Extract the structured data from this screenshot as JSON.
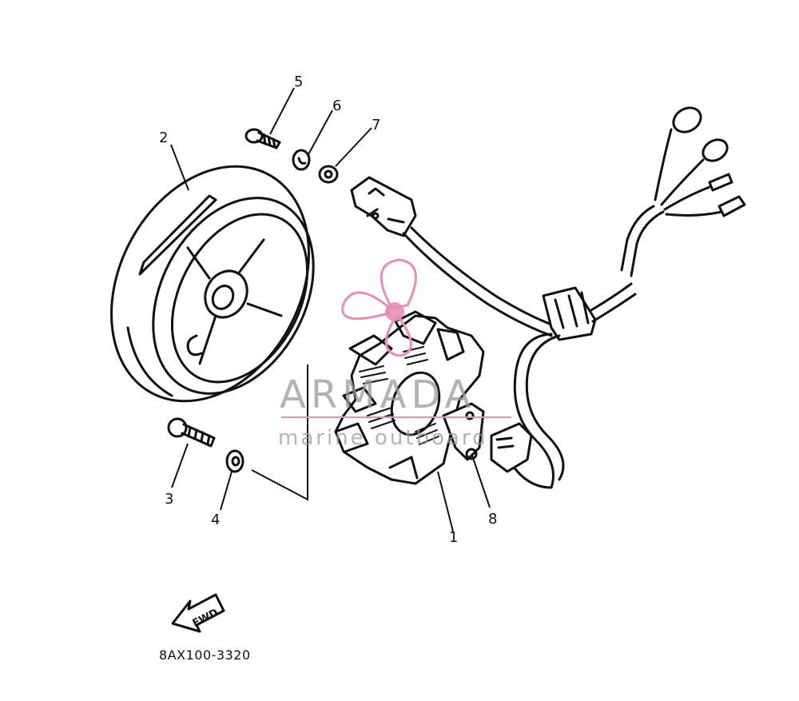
{
  "diagram": {
    "drawing_code": "8AX100-3320",
    "fwd_label": "FWD",
    "callouts": [
      {
        "id": "1",
        "label": "1"
      },
      {
        "id": "2",
        "label": "2"
      },
      {
        "id": "3",
        "label": "3"
      },
      {
        "id": "4",
        "label": "4"
      },
      {
        "id": "5",
        "label": "5"
      },
      {
        "id": "6",
        "label": "6"
      },
      {
        "id": "7",
        "label": "7"
      },
      {
        "id": "8",
        "label": "8"
      }
    ]
  },
  "watermark": {
    "brand": "ARMADA",
    "tagline": "marine outboard",
    "accent_color": "#e58fb5",
    "text_color": "#9a9a9a"
  },
  "colors": {
    "line": "#111111",
    "background": "#ffffff"
  }
}
